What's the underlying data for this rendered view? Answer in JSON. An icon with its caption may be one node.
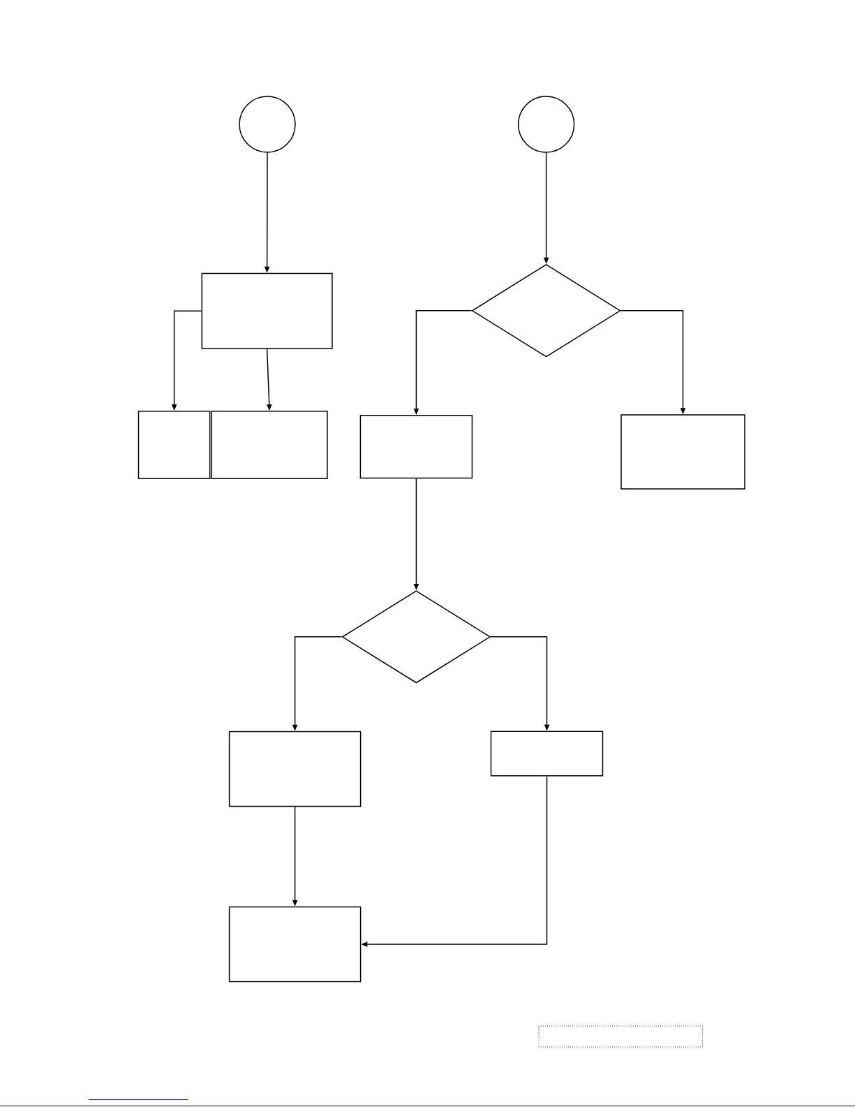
{
  "diagram": {
    "nodes": [
      {
        "text": [],
        "shape": "circle"
      },
      {
        "text": [],
        "shape": "circle"
      },
      {
        "text": [],
        "shape": "box"
      },
      {
        "text": [],
        "shape": "diamond"
      },
      {
        "text": [],
        "shape": "box"
      },
      {
        "text": [],
        "shape": "box"
      },
      {
        "text": [],
        "shape": "box"
      },
      {
        "text": [],
        "shape": "box"
      },
      {
        "text": [],
        "shape": "diamond"
      },
      {
        "text": [],
        "shape": "box"
      },
      {
        "text": [],
        "shape": "box"
      },
      {
        "text": [],
        "shape": "box"
      }
    ],
    "edges": [
      {
        "from": 0,
        "to": 2,
        "arrow": "to"
      },
      {
        "from": 2,
        "to": 4,
        "arrow": "to"
      },
      {
        "from": 2,
        "to": 5,
        "arrow": "to"
      },
      {
        "from": 1,
        "to": 3,
        "arrow": "to"
      },
      {
        "from": 3,
        "to": 6,
        "arrow": "to"
      },
      {
        "from": 3,
        "to": 7,
        "arrow": "to"
      },
      {
        "from": 6,
        "to": 8,
        "arrow": "to"
      },
      {
        "from": 8,
        "to": 9,
        "arrow": "to"
      },
      {
        "from": 8,
        "to": 10,
        "arrow": "to"
      },
      {
        "from": 9,
        "to": 11,
        "arrow": "to"
      },
      {
        "from": 10,
        "to": 11,
        "arrow": "to"
      }
    ]
  }
}
